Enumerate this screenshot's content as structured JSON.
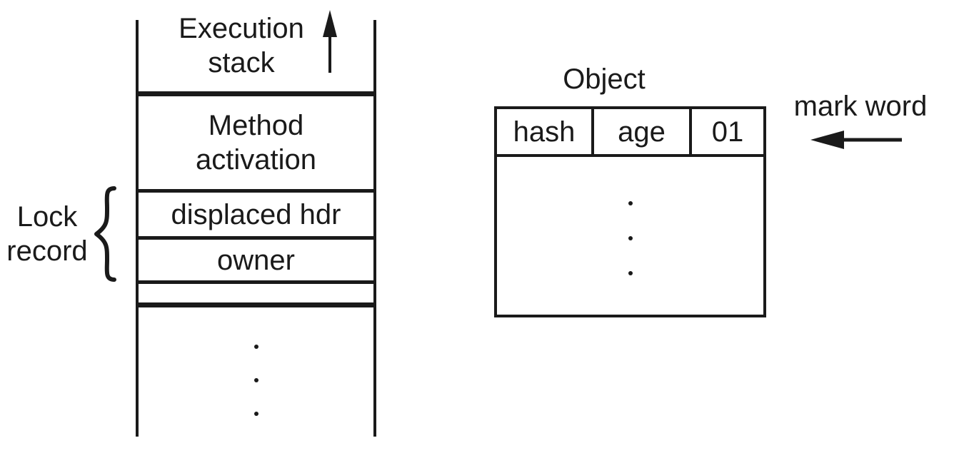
{
  "colors": {
    "ink": "#1a1a1a",
    "background": "#ffffff"
  },
  "stack": {
    "title_line1": "Execution",
    "title_line2": "stack",
    "method_line1": "Method",
    "method_line2": "activation",
    "displaced_hdr": "displaced hdr",
    "owner": "owner"
  },
  "lock_record": {
    "line1": "Lock",
    "line2": "record"
  },
  "object": {
    "title": "Object",
    "fields": [
      "hash",
      "age",
      "01"
    ]
  },
  "mark_word": {
    "label": "mark word"
  }
}
